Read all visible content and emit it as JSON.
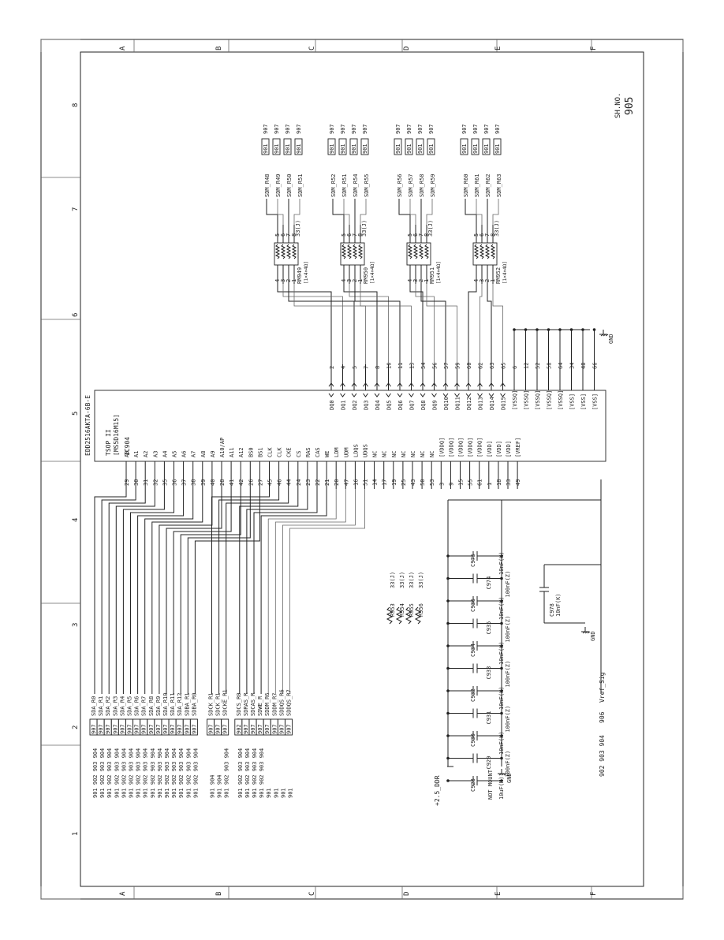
{
  "sheet": {
    "number_label": "SH.NO.",
    "number": "905",
    "zone_rows": [
      "A",
      "B",
      "C",
      "D",
      "E",
      "F"
    ],
    "zone_cols": [
      "1",
      "2",
      "3",
      "4",
      "5",
      "6",
      "7",
      "8"
    ]
  },
  "ic": {
    "part": "EDD2516AKTA-6B-E",
    "package": "TSOP II",
    "alt_part": "[MS5D16M15]",
    "ref": "IC904",
    "left_pins": [
      {
        "num": "29",
        "name": "A0"
      },
      {
        "num": "30",
        "name": "A1"
      },
      {
        "num": "31",
        "name": "A2"
      },
      {
        "num": "32",
        "name": "A3"
      },
      {
        "num": "35",
        "name": "A4"
      },
      {
        "num": "36",
        "name": "A5"
      },
      {
        "num": "37",
        "name": "A6"
      },
      {
        "num": "38",
        "name": "A7"
      },
      {
        "num": "39",
        "name": "A8"
      },
      {
        "num": "40",
        "name": "A9"
      },
      {
        "num": "28",
        "name": "A10/AP"
      },
      {
        "num": "41",
        "name": "A11"
      },
      {
        "num": "42",
        "name": "A12"
      },
      {
        "num": "26",
        "name": "BS0"
      },
      {
        "num": "27",
        "name": "BS1"
      },
      {
        "num": "45",
        "name": "CLK"
      },
      {
        "num": "46",
        "name": "CLK"
      },
      {
        "num": "44",
        "name": "CKE"
      },
      {
        "num": "24",
        "name": "CS"
      },
      {
        "num": "23",
        "name": "RAS"
      },
      {
        "num": "22",
        "name": "CAS"
      },
      {
        "num": "21",
        "name": "WE"
      },
      {
        "num": "20",
        "name": "LDM"
      },
      {
        "num": "47",
        "name": "UDM"
      },
      {
        "num": "16",
        "name": "LDQS"
      },
      {
        "num": "51",
        "name": "UDQS"
      },
      {
        "num": "14",
        "name": "NC"
      },
      {
        "num": "17",
        "name": "NC"
      },
      {
        "num": "19",
        "name": "NC"
      },
      {
        "num": "25",
        "name": "NC"
      },
      {
        "num": "43",
        "name": "NC"
      },
      {
        "num": "50",
        "name": "NC"
      },
      {
        "num": "53",
        "name": "NC"
      },
      {
        "num": "3",
        "name": "[VDDQ]"
      },
      {
        "num": "9",
        "name": "[VDDQ]"
      },
      {
        "num": "15",
        "name": "[VDDQ]"
      },
      {
        "num": "55",
        "name": "[VDDQ]"
      },
      {
        "num": "61",
        "name": "[VDDQ]"
      },
      {
        "num": "1",
        "name": "[VDD]"
      },
      {
        "num": "18",
        "name": "[VDD]"
      },
      {
        "num": "33",
        "name": "[VDD]"
      },
      {
        "num": "49",
        "name": "[VREF]"
      }
    ],
    "right_pins": [
      {
        "num": "2",
        "name": "DQ0"
      },
      {
        "num": "4",
        "name": "DQ1"
      },
      {
        "num": "5",
        "name": "DQ2"
      },
      {
        "num": "7",
        "name": "DQ3"
      },
      {
        "num": "8",
        "name": "DQ4"
      },
      {
        "num": "10",
        "name": "DQ5"
      },
      {
        "num": "11",
        "name": "DQ6"
      },
      {
        "num": "13",
        "name": "DQ7"
      },
      {
        "num": "54",
        "name": "DQ8"
      },
      {
        "num": "56",
        "name": "DQ9"
      },
      {
        "num": "57",
        "name": "DQ10"
      },
      {
        "num": "59",
        "name": "DQ11"
      },
      {
        "num": "60",
        "name": "DQ12"
      },
      {
        "num": "62",
        "name": "DQ13"
      },
      {
        "num": "63",
        "name": "DQ14"
      },
      {
        "num": "65",
        "name": "DQ15"
      },
      {
        "num": "6",
        "name": "[VSSQ]"
      },
      {
        "num": "12",
        "name": "[VSSQ]"
      },
      {
        "num": "52",
        "name": "[VSSQ]"
      },
      {
        "num": "58",
        "name": "[VSSQ]"
      },
      {
        "num": "64",
        "name": "[VSSQ]"
      },
      {
        "num": "34",
        "name": "[VSS]"
      },
      {
        "num": "48",
        "name": "[VSS]"
      },
      {
        "num": "66",
        "name": "[VSS]"
      }
    ]
  },
  "left_nets": [
    {
      "refs": "901 902 903 904",
      "page": "907",
      "name": "SDA_R0"
    },
    {
      "refs": "901 902 903 904",
      "page": "907",
      "name": "SDA_R1"
    },
    {
      "refs": "901 902 903 904",
      "page": "907",
      "name": "SDA_R2"
    },
    {
      "refs": "901 902 903 904",
      "page": "907",
      "name": "SDA_R3"
    },
    {
      "refs": "901 902 903 904",
      "page": "907",
      "name": "SDA_R4"
    },
    {
      "refs": "901 902 903 904",
      "page": "907",
      "name": "SDA_R5"
    },
    {
      "refs": "901 902 903 904",
      "page": "907",
      "name": "SDA_R6"
    },
    {
      "refs": "901 902 903 904",
      "page": "907",
      "name": "SDA_R7"
    },
    {
      "refs": "901 902 903 904",
      "page": "907",
      "name": "SDA_R8"
    },
    {
      "refs": "901 902 903 904",
      "page": "907",
      "name": "SDA_R9"
    },
    {
      "refs": "901 902 903 904",
      "page": "907",
      "name": "SDA_R10"
    },
    {
      "refs": "901 902 903 904",
      "page": "907",
      "name": "SDA_R11"
    },
    {
      "refs": "901 902 903 904",
      "page": "907",
      "name": "SDA_R12"
    },
    {
      "refs": "901 902 903 904",
      "page": "907",
      "name": "SDBA_R1"
    },
    {
      "refs": "901 902 903 904",
      "page": "907",
      "name": "SDBA_R0"
    },
    {
      "refs": "901 904",
      "page": "907",
      "name": "SDCK_R1"
    },
    {
      "refs": "901 904",
      "page": "907",
      "name": "SDCK_R1"
    },
    {
      "refs": "901 902 903 904",
      "page": "907",
      "name": "SDCKE_R1"
    },
    {
      "refs": "901 902 903 904",
      "page": "902",
      "name": "SDCS_R0"
    },
    {
      "refs": "901 902 903 904",
      "page": "907",
      "name": "SDRAS_R"
    },
    {
      "refs": "901 902 903 904",
      "page": "907",
      "name": "SDCAS_R"
    },
    {
      "refs": "901 902 903 904",
      "page": "907",
      "name": "SDWE_R"
    },
    {
      "refs": "901",
      "page": "907",
      "name": "SDDM_R6"
    },
    {
      "refs": "901",
      "page": "907",
      "name": "SDDM_R7"
    },
    {
      "refs": "901",
      "page": "907",
      "name": "SDDQS_R6"
    },
    {
      "refs": "901",
      "page": "907",
      "name": "SDDQS_R7"
    }
  ],
  "series_resistors": [
    {
      "ref": "R953",
      "value": "33(J)"
    },
    {
      "ref": "R954",
      "value": "33(J)"
    },
    {
      "ref": "R955",
      "value": "33(J)"
    },
    {
      "ref": "R956",
      "value": "33(J)"
    }
  ],
  "resistor_arrays": [
    {
      "ref": "RM949",
      "pkg": "[1×4×4Ω]",
      "value": "33(J)",
      "nets": [
        "SDM_R48",
        "SDM_R49",
        "SDM_R50",
        "SDM_R51"
      ]
    },
    {
      "ref": "RM950",
      "pkg": "[1×4×4Ω]",
      "value": "33(J)",
      "nets": [
        "SDM_R52",
        "SDM_R51",
        "SDM_R54",
        "SDM_R55"
      ]
    },
    {
      "ref": "RM951",
      "pkg": "[1×4×4Ω]",
      "value": "33(J)",
      "nets": [
        "SDM_R56",
        "SDM_R57",
        "SDM_R58",
        "SDM_R59"
      ]
    },
    {
      "ref": "RM952",
      "pkg": "[1×4×4Ω]",
      "value": "33(J)",
      "nets": [
        "SDM_R60",
        "SDM_R61",
        "SDM_R62",
        "SDM_R63"
      ]
    }
  ],
  "array_pins": [
    "4",
    "3",
    "2",
    "1"
  ],
  "array_out_pins": [
    "5",
    "6",
    "7",
    "8"
  ],
  "out_page_refs": [
    "901",
    "907"
  ],
  "caps": [
    {
      "ref": "C928",
      "value": "10uF(M)",
      "note": "NOT MOUNT"
    },
    {
      "ref": "C929",
      "value": "100nF(Z)"
    },
    {
      "ref": "C930",
      "value": "10nF(K)"
    },
    {
      "ref": "C931",
      "value": "100nF(Z)"
    },
    {
      "ref": "C932",
      "value": "10nF(K)"
    },
    {
      "ref": "C933",
      "value": "100nF(Z)"
    },
    {
      "ref": "C934",
      "value": "10nF(K)"
    },
    {
      "ref": "C935",
      "value": "100nF(Z)"
    },
    {
      "ref": "C936",
      "value": "10nF(K)"
    },
    {
      "ref": "C974",
      "value": "100nF(Z)"
    },
    {
      "ref": "C975",
      "value": "10nF(K)"
    },
    {
      "ref": "C978",
      "value": "10nF(K)"
    }
  ],
  "power": {
    "rail": "+2.5_DDR",
    "gnd": "GND"
  },
  "vref": {
    "refs": "902 903 904",
    "page": "906",
    "name": "Vref_Sig"
  }
}
